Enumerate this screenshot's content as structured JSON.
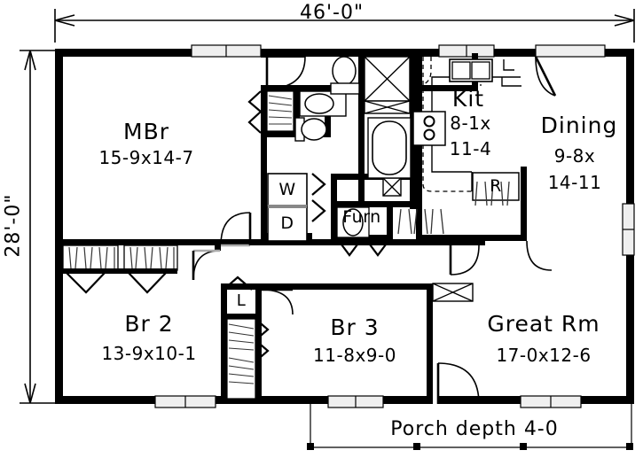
{
  "plan": {
    "overall_width_label": "46'-0\"",
    "overall_height_label": "28'-0\"",
    "porch_note": "Porch depth 4-0"
  },
  "rooms": [
    {
      "id": "mbr",
      "name": "MBr",
      "dim_line1": "15-9x14-7",
      "dim_line2": ""
    },
    {
      "id": "kit",
      "name": "Kit",
      "dim_line1": "8-1x",
      "dim_line2": "11-4"
    },
    {
      "id": "dining",
      "name": "Dining",
      "dim_line1": "9-8x",
      "dim_line2": "14-11"
    },
    {
      "id": "br2",
      "name": "Br 2",
      "dim_line1": "13-9x10-1",
      "dim_line2": ""
    },
    {
      "id": "br3",
      "name": "Br 3",
      "dim_line1": "11-8x9-0",
      "dim_line2": ""
    },
    {
      "id": "great",
      "name": "Great Rm",
      "dim_line1": "17-0x12-6",
      "dim_line2": ""
    }
  ],
  "fixtures": [
    {
      "id": "washer",
      "label": "W"
    },
    {
      "id": "dryer",
      "label": "D"
    },
    {
      "id": "fridge",
      "label": "R"
    },
    {
      "id": "furnace",
      "label": "Furn"
    },
    {
      "id": "linen",
      "label": "L"
    }
  ],
  "colors": {
    "wall": "#000000",
    "thin": "#000000",
    "paper": "#ffffff",
    "fill_light": "#e8e8e8",
    "hatch": "#555555"
  }
}
